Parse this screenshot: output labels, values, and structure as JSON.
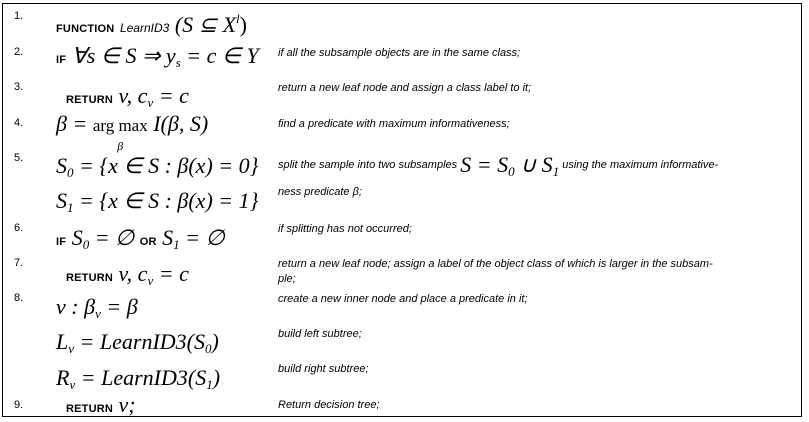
{
  "lines": [
    {
      "num": "1.",
      "keyword": "FUNCTION",
      "name": "LearnID3",
      "math": "(S ⊆ X",
      "sup": "l",
      "close": ")"
    },
    {
      "num": "2.",
      "keyword": "IF",
      "math": "∀s ∈ S ⇒ y",
      "sub": "s",
      "rest": " = c ∈ Y",
      "comment": "if all the subsample objects are in the same class;"
    },
    {
      "num": "3.",
      "keyword": "RETURN",
      "math": "v, c",
      "sub": "v",
      "rest": " = c",
      "comment": "return a new leaf node and assign a class label to it;"
    },
    {
      "num": "4.",
      "math_a": "β = ",
      "argmax": "arg max",
      "argmax_under": "β",
      "math_b": " I(β, S)",
      "comment": "find a predicate with maximum informativeness;"
    },
    {
      "num": "5.",
      "math_s0": "S",
      "sub0": "0",
      "rest0": " = {x ∈ S : β(x) = 0}",
      "math_s1": "S",
      "sub1": "1",
      "rest1": " = {x ∈ S : β(x) = 1}",
      "comment_a": "split the sample into two subsamples",
      "comment_math": "S = S",
      "comment_sub0": "0",
      "comment_mid": " ∪ S",
      "comment_sub1": "1",
      "comment_b": "using the maximum informative-",
      "comment_c": "ness predicate β;"
    },
    {
      "num": "6.",
      "keyword": "IF",
      "m1": "S",
      "s1": "0",
      "r1": " = ∅",
      "keyword2": "OR",
      "m2": "S",
      "s2": "1",
      "r2": " = ∅",
      "comment": "if splitting has not occurred;"
    },
    {
      "num": "7.",
      "keyword": "RETURN",
      "math": "v, c",
      "sub": "v",
      "rest": " = c",
      "comment_a": "return a new leaf node; assign a label of the object class of which is larger in the subsam-",
      "comment_b": "ple;"
    },
    {
      "num": "8.",
      "m1": "v : β",
      "s1": "v",
      "r1": " = β",
      "comment1": "create a new inner node and place a predicate in it;",
      "m2": "L",
      "s2": "v",
      "r2a": " = ",
      "fn2": "LearnID3",
      "r2b": "(S",
      "s2b": "0",
      "r2c": ")",
      "comment2": "build left subtree;",
      "m3": "R",
      "s3": "v",
      "r3a": " = ",
      "fn3": "LearnID3",
      "r3b": "(S",
      "s3b": "1",
      "r3c": ")",
      "comment3": "build right subtree;"
    },
    {
      "num": "9.",
      "keyword": "RETURN",
      "math": "v;",
      "comment": "Return decision tree;"
    }
  ]
}
